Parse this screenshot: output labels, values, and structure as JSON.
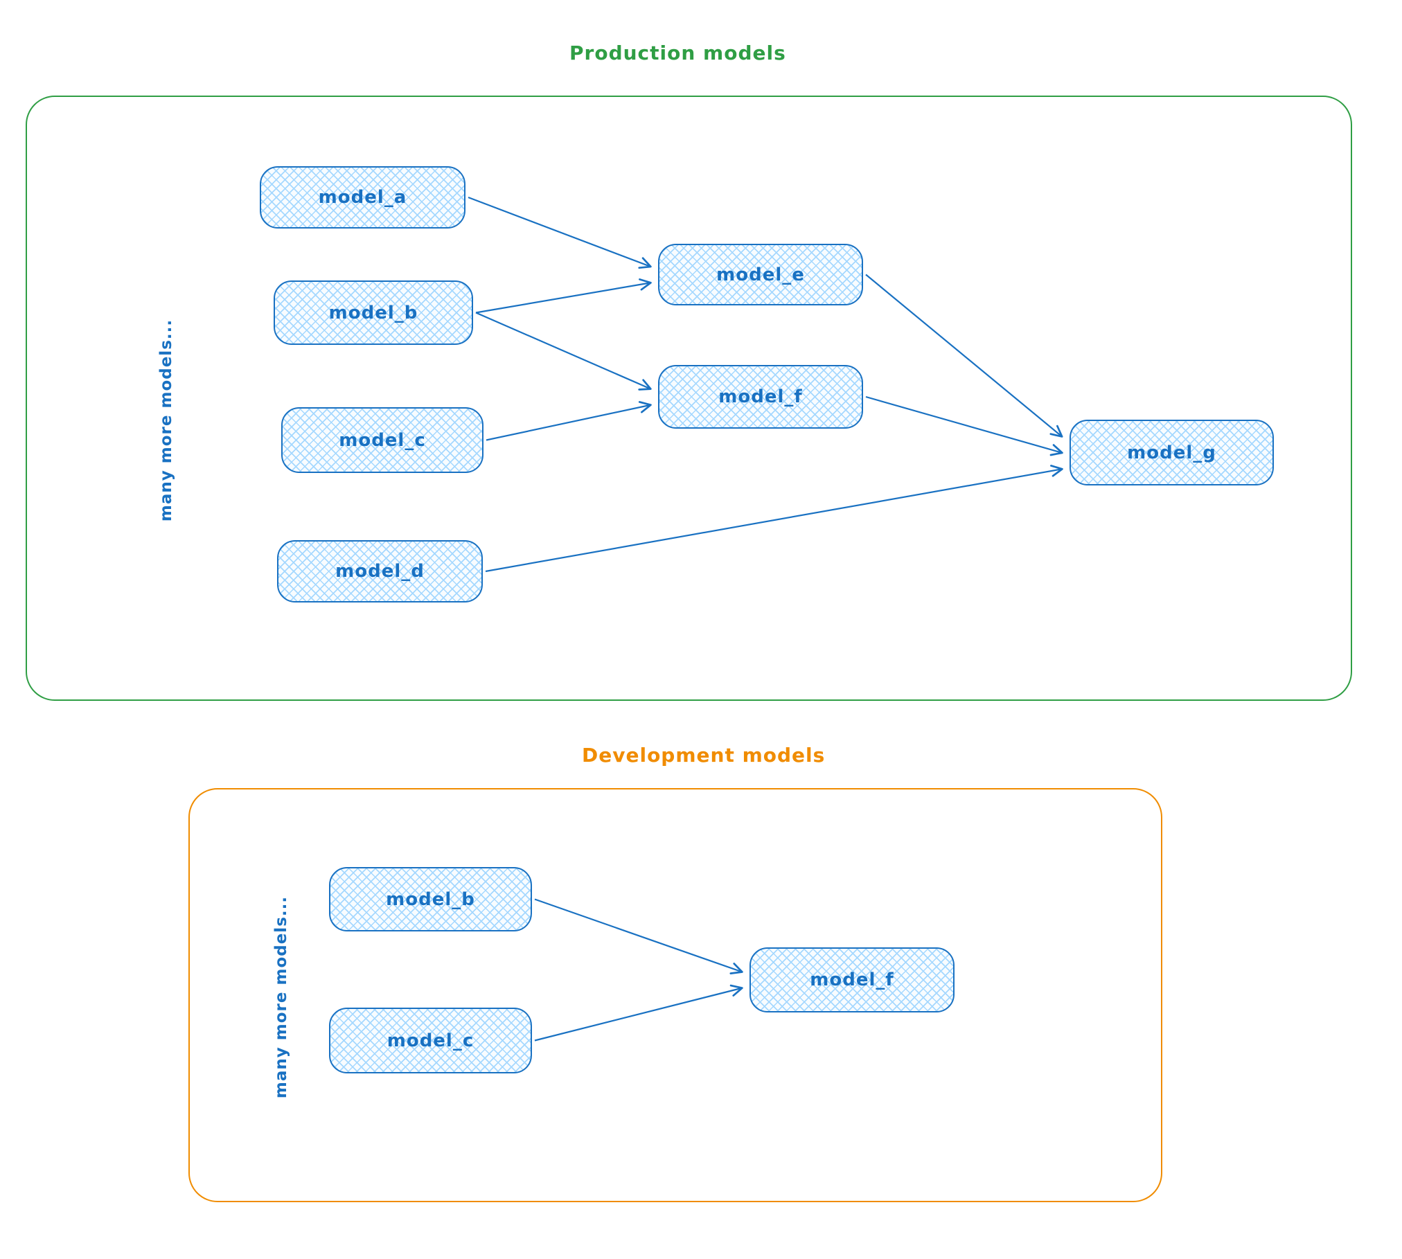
{
  "diagram": {
    "background": "#ffffff",
    "node_style": {
      "stroke": "#1971c2",
      "text_color": "#1971c2",
      "fill_hatch": "#a5d8ff"
    },
    "sections": [
      {
        "id": "production",
        "title": "Production models",
        "accent_color": "#2f9e44",
        "side_label": "many more models...",
        "nodes": [
          {
            "id": "model_a",
            "label": "model_a"
          },
          {
            "id": "model_b",
            "label": "model_b"
          },
          {
            "id": "model_c",
            "label": "model_c"
          },
          {
            "id": "model_d",
            "label": "model_d"
          },
          {
            "id": "model_e",
            "label": "model_e"
          },
          {
            "id": "model_f",
            "label": "model_f"
          },
          {
            "id": "model_g",
            "label": "model_g"
          }
        ],
        "edges": [
          {
            "from": "model_a",
            "to": "model_e"
          },
          {
            "from": "model_b",
            "to": "model_e"
          },
          {
            "from": "model_b",
            "to": "model_f"
          },
          {
            "from": "model_c",
            "to": "model_f"
          },
          {
            "from": "model_e",
            "to": "model_g"
          },
          {
            "from": "model_f",
            "to": "model_g"
          },
          {
            "from": "model_d",
            "to": "model_g"
          }
        ]
      },
      {
        "id": "development",
        "title": "Development models",
        "accent_color": "#f08c00",
        "side_label": "many more models...",
        "nodes": [
          {
            "id": "model_b",
            "label": "model_b"
          },
          {
            "id": "model_c",
            "label": "model_c"
          },
          {
            "id": "model_f",
            "label": "model_f"
          }
        ],
        "edges": [
          {
            "from": "model_b",
            "to": "model_f"
          },
          {
            "from": "model_c",
            "to": "model_f"
          }
        ]
      }
    ]
  }
}
